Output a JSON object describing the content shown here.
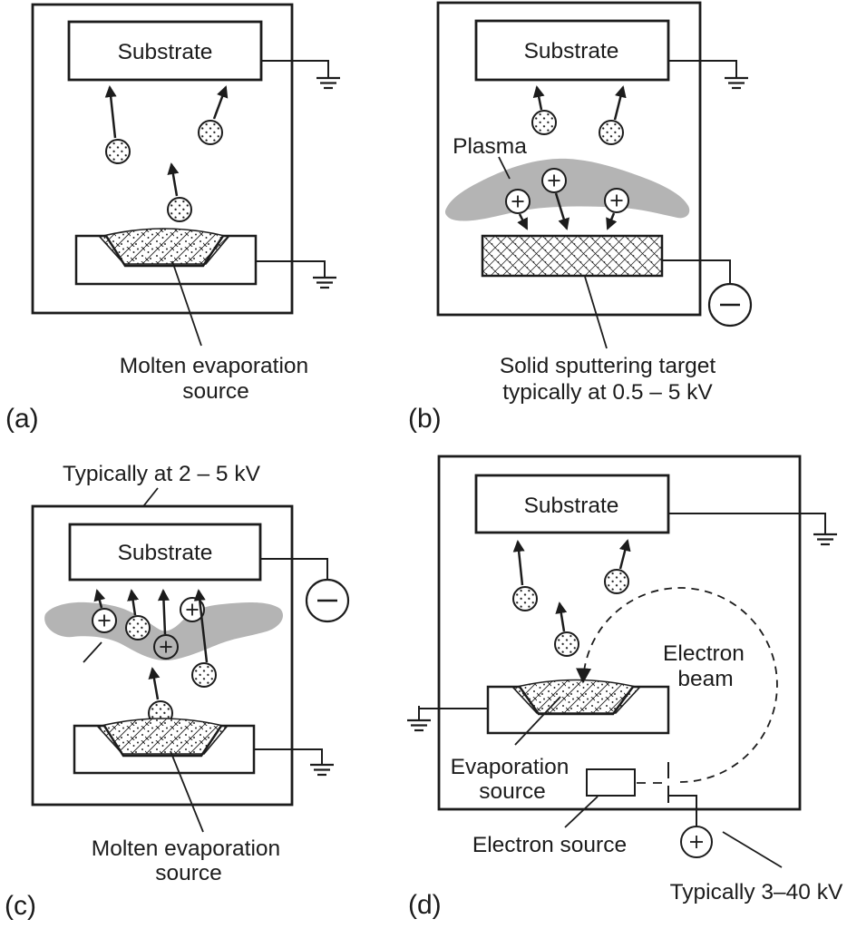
{
  "figure": {
    "description": "Vapor deposition methods diagram"
  },
  "colors": {
    "line": "#1c1c1c",
    "plasma": "#b4b4b4",
    "background": "#ffffff"
  },
  "symbols": {
    "plus": "+",
    "minus": "−"
  },
  "panels": {
    "a": {
      "letter": "(a)",
      "substrate": "Substrate",
      "source_line1": "Molten evaporation",
      "source_line2": "source"
    },
    "b": {
      "letter": "(b)",
      "substrate": "Substrate",
      "plasma": "Plasma",
      "target_line1": "Solid sputtering target",
      "target_line2": "typically at 0.5 – 5 kV"
    },
    "c": {
      "letter": "(c)",
      "voltage": "Typically at 2 – 5 kV",
      "substrate": "Substrate",
      "source_line1": "Molten evaporation",
      "source_line2": "source"
    },
    "d": {
      "letter": "(d)",
      "substrate": "Substrate",
      "beam_line1": "Electron",
      "beam_line2": "beam",
      "evap_line1": "Evaporation",
      "evap_line2": "source",
      "electron_source": "Electron source",
      "voltage": "Typically 3–40 kV"
    }
  }
}
